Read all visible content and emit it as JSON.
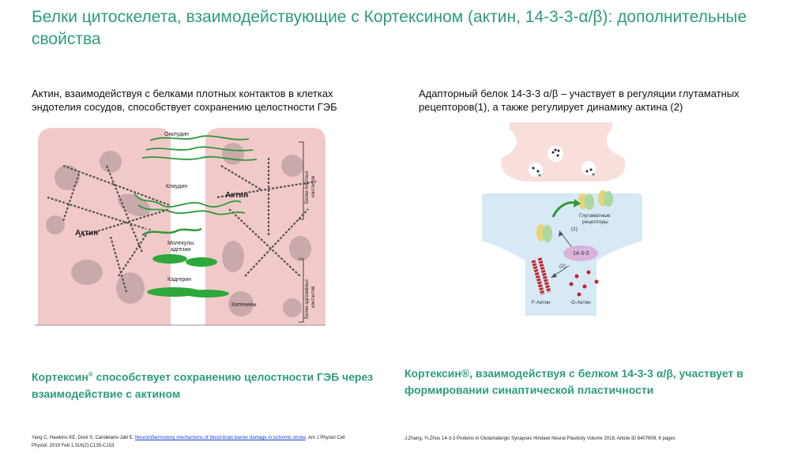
{
  "slide": {
    "title": "Белки цитоскелета, взаимодействующие с Кортексином (актин, 14-3-3-α/β): дополнительные свойства"
  },
  "left_panel": {
    "caption": "Актин, взаимодействуя с белками плотных контактов в клетках эндотелия сосудов, способствует сохранению целостности ГЭБ",
    "diagram": {
      "label_occludin": "Окклудин",
      "label_claudin": "Клаудин",
      "label_actin_right": "Актин",
      "label_actin_left": "Актин",
      "label_adhesion": "Молекулы адгезии",
      "label_adhesion_1": "Молекулы",
      "label_adhesion_2": "адгезии",
      "label_cadherin": "Кадгерин",
      "label_catenins": "Катенины",
      "label_tight_junction_1": "Белки плотных",
      "label_tight_junction_2": "контактов",
      "label_adhesive_1": "Белки адгезивных",
      "label_adhesive_2": "контактов"
    },
    "summary_main": "Кортексин",
    "summary_sup": "®",
    "summary_rest": " способствует сохранению целостности ГЭБ через взаимодействие с актином",
    "reference_text": "Yang C, Hawkins KE, Doré S, Candelario-Jalil E. ",
    "reference_link": "Neuroinflammatory mechanisms of blood-brain barrier damage in ischemic stroke",
    "reference_tail": ". Am J Physiol Cell Physiol. 2019 Feb 1;316(2):C135-C153"
  },
  "right_panel": {
    "caption": "Адапторный белок 14-3-3 α/β – участвует в регуляции глутаматных рецепторов(1), а также регулирует динамику актина (2)",
    "diagram": {
      "label_receptors_1": "Глутаматные",
      "label_receptors_2": "рецепторы",
      "label_step1": "(1)",
      "label_step2": "(2)",
      "label_protein": "14-3-3",
      "label_f_actin": "F-Актин",
      "label_g_actin": "G-Актин"
    },
    "summary": "Кортексин®, взаимодействуя с белком 14-3-3 α/β, участвует в формировании синаптической пластичности",
    "reference": "J.Zhang, Yi.Zhou 14-3-3 Proteins in Glutamatergic Synapses Hindawi Neural Plasticity Volume 2018, Article ID 8407609, 6 pages"
  },
  "colors": {
    "accent": "#2e9c7c",
    "cell": "#f2c9c9",
    "organelle": "#c9a9ab",
    "junction_green": "#2e9a3a",
    "synapse_pink": "#f9dfdc",
    "synapse_blue": "#d6e9f4",
    "protein_purple": "#d9b3dc",
    "actin_red": "#c0262e"
  }
}
